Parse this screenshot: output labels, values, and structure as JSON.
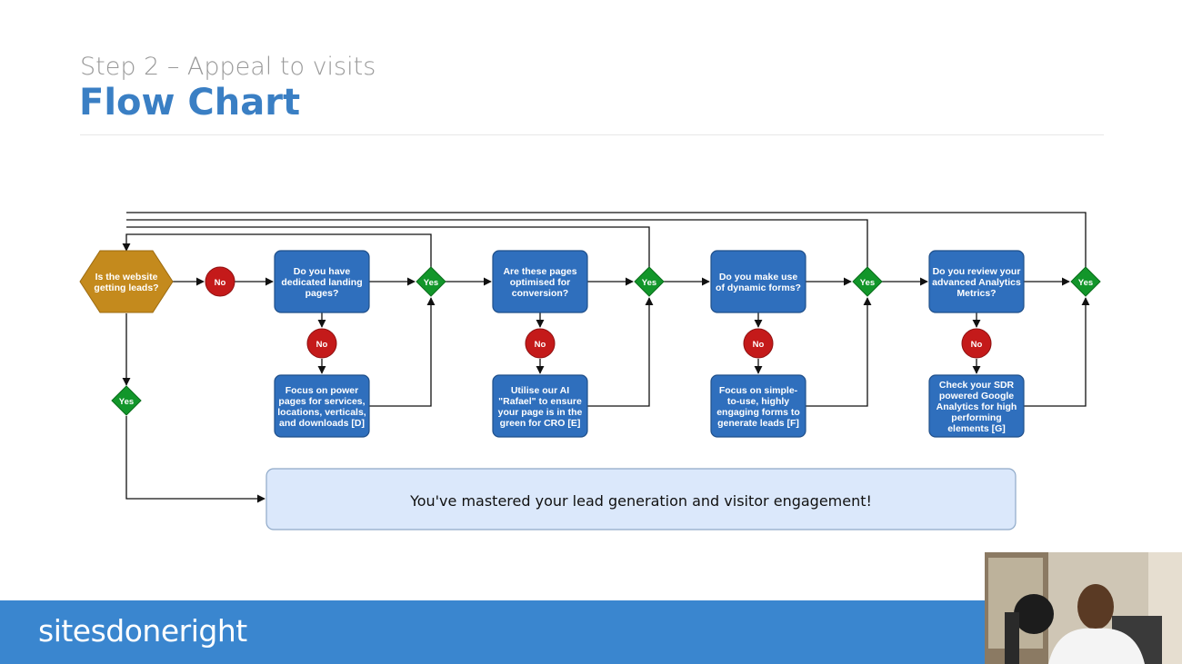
{
  "header": {
    "subtitle": "Step 2 – Appeal to visits",
    "title": "Flow Chart"
  },
  "flowchart": {
    "start": [
      "Is the website",
      "getting leads?"
    ],
    "questions": [
      [
        "Do you have",
        "dedicated landing",
        "pages?"
      ],
      [
        "Are these pages",
        "optimised for",
        "conversion?"
      ],
      [
        "Do you make use",
        "of dynamic forms?"
      ],
      [
        "Do you review your",
        "advanced Analytics",
        "Metrics?"
      ]
    ],
    "actions": [
      [
        "Focus on power",
        "pages for services,",
        "locations, verticals,",
        "and downloads [D]"
      ],
      [
        "Utilise our AI",
        "\"Rafael\" to ensure",
        "your page is in the",
        "green for CRO [E]"
      ],
      [
        "Focus on simple-",
        "to-use, highly",
        "engaging forms to",
        "generate leads [F]"
      ],
      [
        "Check your SDR",
        "powered Google",
        "Analytics for high",
        "performing",
        "elements [G]"
      ]
    ],
    "yes_label": "Yes",
    "no_label": "No",
    "result": "You've mastered your lead generation and visitor engagement!",
    "colors": {
      "start_fill": "#c48a1d",
      "box_fill": "#2f6fbd",
      "box_stroke": "#1f4f8a",
      "no_fill": "#c41a1a",
      "yes_fill": "#12962a",
      "result_fill": "#dbe8fb",
      "result_stroke": "#8fa9c8",
      "line": "#111111"
    }
  },
  "footer": {
    "logo": "sitesdoneright",
    "accent": "#3a86cf"
  }
}
